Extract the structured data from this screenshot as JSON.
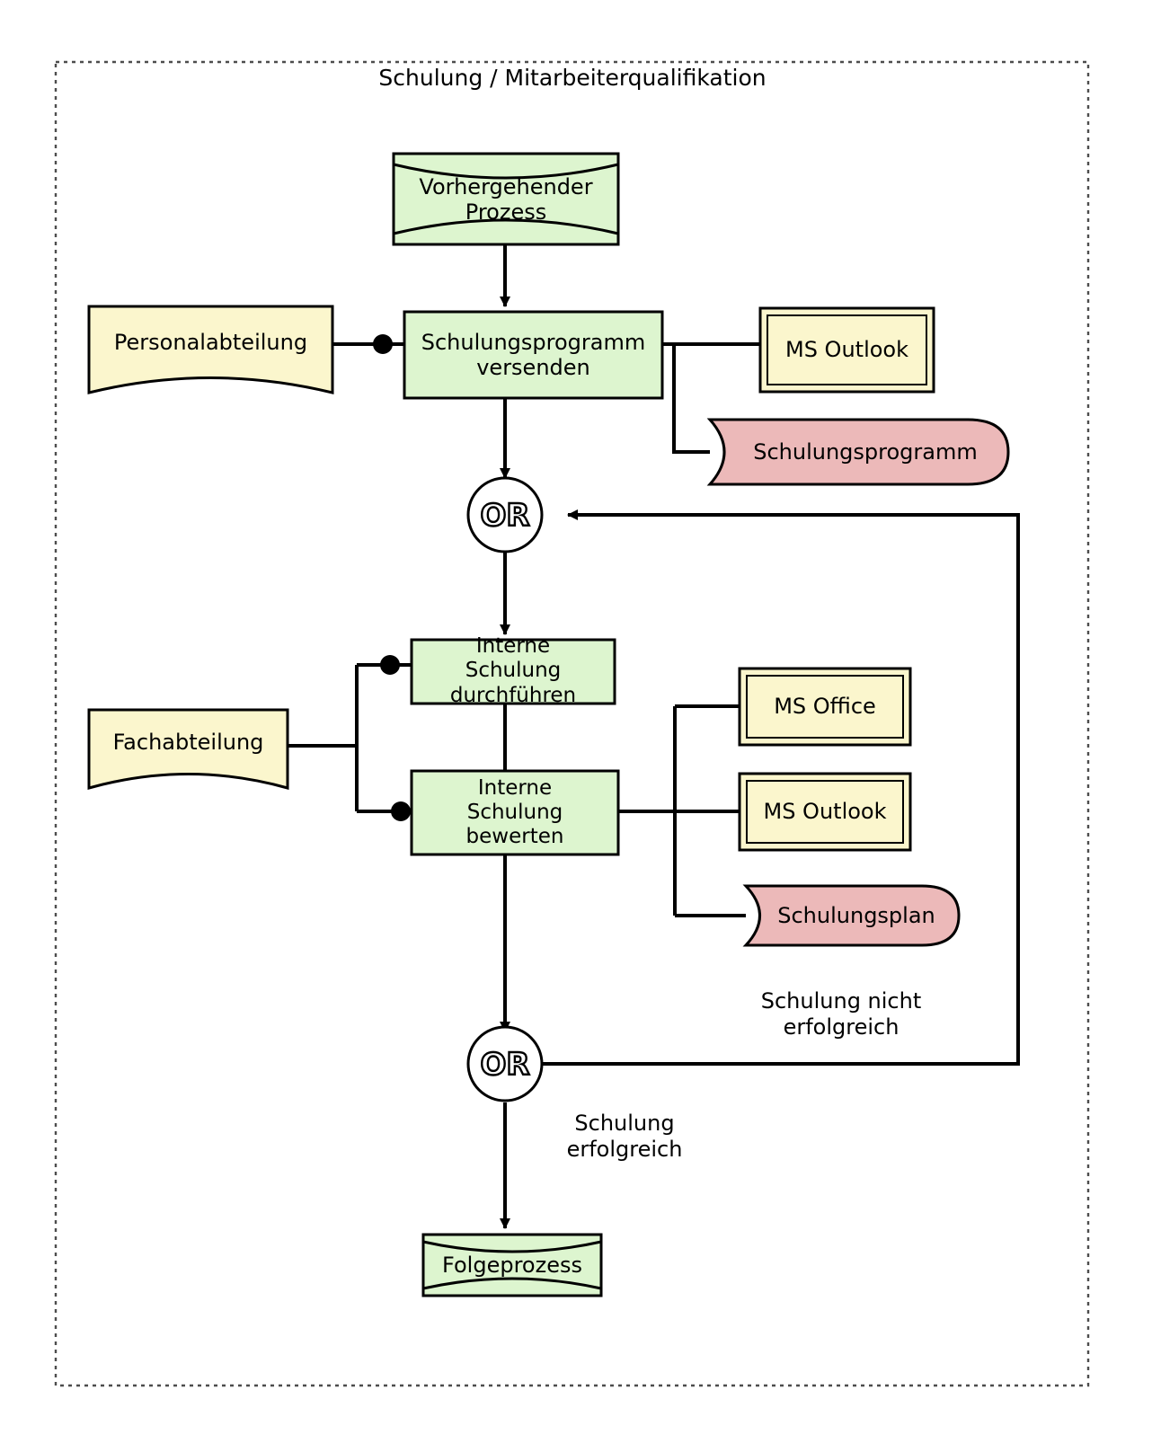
{
  "diagram": {
    "title": "Schulung / Mitarbeiterqualifikation",
    "type": "eEPK / process flowchart",
    "colors": {
      "process_fill": "#ddf5cf",
      "org_unit_fill": "#fbf6cd",
      "it_system_fill": "#fbf6cd",
      "information_object_fill": "#ecb9b9",
      "connector_fill": "#ffffff",
      "stroke": "#000000",
      "frame_stroke": "#4d4d4d"
    },
    "nodes": {
      "previous_process": {
        "label": "Vorhergehender\nProzess",
        "shape": "subprocess-arc"
      },
      "hr_department": {
        "label": "Personalabteilung",
        "shape": "organizational-unit"
      },
      "send_training_program": {
        "label": "Schulungsprogramm\nversenden",
        "shape": "function"
      },
      "ms_outlook_top": {
        "label": "MS Outlook",
        "shape": "it-system"
      },
      "training_program_doc": {
        "label": "Schulungsprogramm",
        "shape": "information-object"
      },
      "or_top": {
        "label": "OR",
        "shape": "connector-circle"
      },
      "specialist_department": {
        "label": "Fachabteilung",
        "shape": "organizational-unit"
      },
      "conduct_internal_training": {
        "label": "Interne\nSchulung\ndurchführen",
        "shape": "function"
      },
      "evaluate_internal_training": {
        "label": "Interne\nSchulung\nbewerten",
        "shape": "function"
      },
      "ms_office": {
        "label": "MS Office",
        "shape": "it-system"
      },
      "ms_outlook_bottom": {
        "label": "MS Outlook",
        "shape": "it-system"
      },
      "training_plan_doc": {
        "label": "Schulungsplan",
        "shape": "information-object"
      },
      "or_bottom": {
        "label": "OR",
        "shape": "connector-circle"
      },
      "follow_up_process": {
        "label": "Folgeprozess",
        "shape": "subprocess-arc"
      }
    },
    "edge_labels": {
      "training_not_successful": "Schulung nicht\nerfolgreich",
      "training_successful": "Schulung\nerfolgreich"
    }
  }
}
